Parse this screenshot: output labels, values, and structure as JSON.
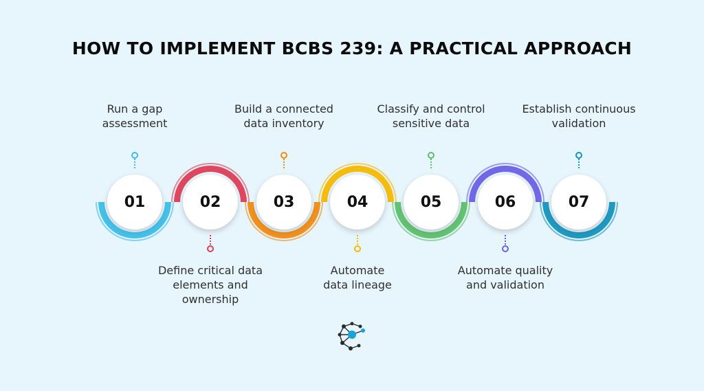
{
  "title": "HOW TO IMPLEMENT BCBS 239: A PRACTICAL APPROACH",
  "steps": [
    {
      "num": "01",
      "label": "Run a gap assessment",
      "label_lines": [
        "Run a gap",
        "assessment"
      ],
      "position": "top",
      "color": "#3cbde8",
      "arc": "bottom"
    },
    {
      "num": "02",
      "label_lines": [
        "Define critical data",
        "elements and",
        "ownership"
      ],
      "position": "bottom",
      "color": "#dc3d56",
      "arc": "top"
    },
    {
      "num": "03",
      "label_lines": [
        "Build a connected",
        "data inventory"
      ],
      "position": "top",
      "color": "#f08a12",
      "arc": "bottom"
    },
    {
      "num": "04",
      "label_lines": [
        "Automate",
        "data lineage"
      ],
      "position": "bottom",
      "color": "#f5b800",
      "arc": "top"
    },
    {
      "num": "05",
      "label_lines": [
        "Classify and control",
        "sensitive data"
      ],
      "position": "top",
      "color": "#5cbf6a",
      "arc": "bottom"
    },
    {
      "num": "06",
      "label_lines": [
        "Automate quality",
        "and validation"
      ],
      "position": "bottom",
      "color": "#6b5fe6",
      "arc": "top"
    },
    {
      "num": "07",
      "label_lines": [
        "Establish continuous",
        "validation"
      ],
      "position": "top",
      "color": "#1594bd",
      "arc": "bottom"
    }
  ]
}
